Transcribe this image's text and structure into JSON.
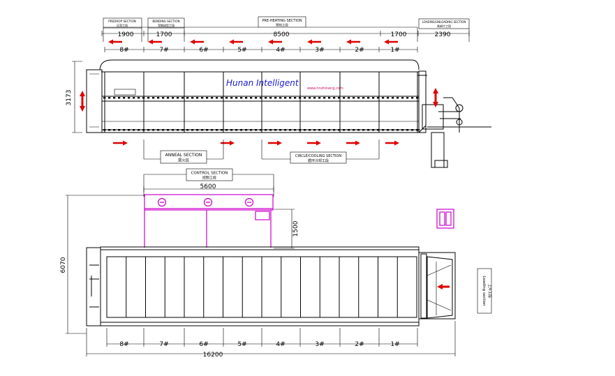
{
  "top_sections": {
    "predrop": {
      "en": "PREDROP SECTION",
      "cn": "压弯工段"
    },
    "bending": {
      "en": "BENDING SECTION",
      "cn": "弯钢成型工段"
    },
    "preheat": {
      "en": "PRE-HEATING SECTION",
      "cn": "预热工段"
    },
    "loading": {
      "en": "LOADING/UNLOADING SECTION",
      "cn": "装卸片工段"
    }
  },
  "top_dims": [
    "1900",
    "1700",
    "8500",
    "1700",
    "2390"
  ],
  "height_dim": "3173",
  "chamber_labels": [
    "8#",
    "7#",
    "6#",
    "5#",
    "4#",
    "3#",
    "2#",
    "1#"
  ],
  "watermark": {
    "name": "Hunan Intelligent",
    "url": "www.hnzhineng.com"
  },
  "bottom_sections": {
    "anneal": {
      "en": "ANNEAL SECTION",
      "cn": "退火区"
    },
    "cooling": {
      "en": "CIRCLE/COOLING SECTION",
      "cn": "循环冷却工段"
    }
  },
  "control": {
    "en": "CONTROL SECTION",
    "cn": "控制工段",
    "dim": "5600",
    "depth_dim": "1500"
  },
  "plan_dims": {
    "width": "6070",
    "length": "16200"
  },
  "loading_side": {
    "en": "Loading section",
    "cn": "上片工段"
  },
  "colors": {
    "arrow": "#e00000",
    "control": "#cc00cc"
  }
}
